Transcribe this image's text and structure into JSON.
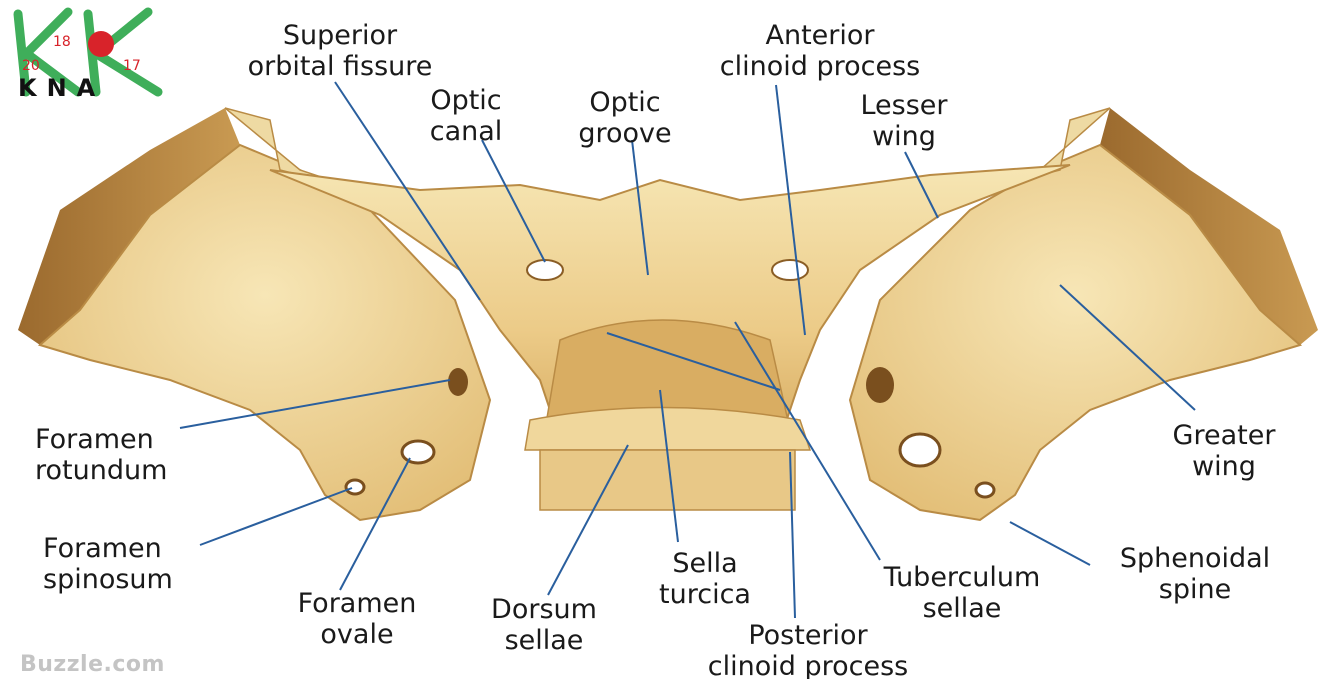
{
  "logo": {
    "digits_top": "18",
    "digits_left": "20",
    "digits_right": "17",
    "brand_text": "KNA",
    "colors": {
      "green": "#3fae5a",
      "red": "#d8232a"
    }
  },
  "watermark": "Buzzle.com",
  "colors": {
    "bone_light": "#f3dfa6",
    "bone_mid": "#e6c27a",
    "bone_dark": "#c79a4f",
    "bone_shadow": "#a27738",
    "leader_line": "#2a5f9e"
  },
  "labels": {
    "superior_orbital_fissure": [
      "Superior",
      "orbital fissure"
    ],
    "optic_canal": [
      "Optic",
      "canal"
    ],
    "optic_groove": [
      "Optic",
      "groove"
    ],
    "anterior_clinoid_process": [
      "Anterior",
      "clinoid process"
    ],
    "lesser_wing": [
      "Lesser",
      "wing"
    ],
    "greater_wing": [
      "Greater",
      "wing"
    ],
    "foramen_rotundum": [
      "Foramen",
      "rotundum"
    ],
    "foramen_spinosum": [
      "Foramen",
      "spinosum"
    ],
    "foramen_ovale": [
      "Foramen",
      "ovale"
    ],
    "dorsum_sellae": [
      "Dorsum",
      "sellae"
    ],
    "sella_turcica": [
      "Sella",
      "turcica"
    ],
    "posterior_clinoid_process": [
      "Posterior",
      "clinoid process"
    ],
    "tuberculum_sellae": [
      "Tuberculum",
      "sellae"
    ],
    "sphenoidal_spine": [
      "Sphenoidal",
      "spine"
    ]
  }
}
